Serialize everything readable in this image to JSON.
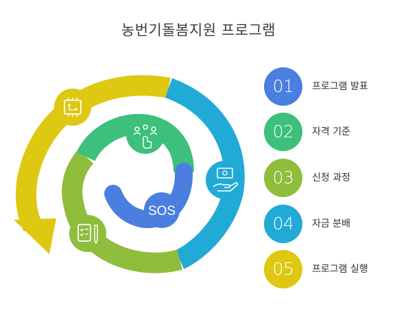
{
  "title": "농번기돌봄지원 프로그램",
  "center_label": "SOS",
  "steps": [
    {
      "number": "01",
      "label": "프로그램 발표",
      "color": "#4a7fe0",
      "icon": "circuit-board-icon"
    },
    {
      "number": "02",
      "label": "자격 기준",
      "color": "#3cc07b",
      "icon": "hand-selecting-people-icon"
    },
    {
      "number": "03",
      "label": "신청 과정",
      "color": "#8fbd3c",
      "icon": "checklist-pen-icon"
    },
    {
      "number": "04",
      "label": "자금 분배",
      "color": "#22aad6",
      "icon": "hand-with-money-icon"
    },
    {
      "number": "05",
      "label": "프로그램 실행",
      "color": "#dec811",
      "icon": "circuit-board-icon"
    }
  ]
}
